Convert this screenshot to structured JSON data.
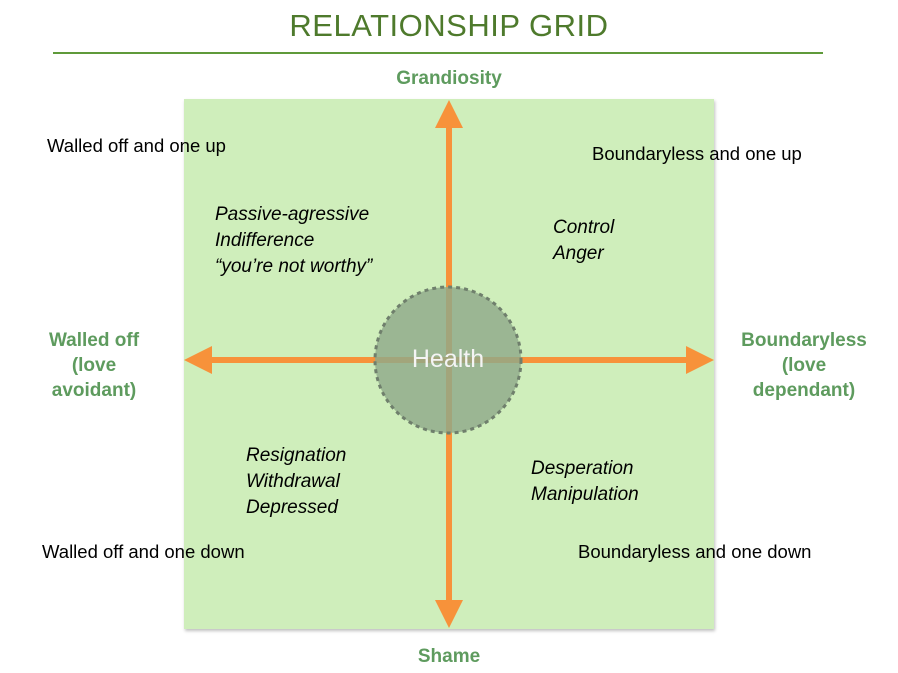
{
  "title": "RELATIONSHIP GRID",
  "axes": {
    "top": "Grandiosity",
    "bottom": "Shame",
    "left": [
      "Walled off",
      "(love",
      "avoidant)"
    ],
    "right": [
      "Boundaryless",
      "(love",
      "dependant)"
    ]
  },
  "corners": {
    "top_left": "Walled off and one up",
    "top_right": "Boundaryless and one up",
    "bottom_left": "Walled off and one down",
    "bottom_right": "Boundaryless and one down"
  },
  "quadrants": {
    "top_left": [
      "Passive-agressive",
      "Indifference",
      "“you’re not worthy”"
    ],
    "top_right": [
      "Control",
      "Anger"
    ],
    "bottom_left": [
      "Resignation",
      "Withdrawal",
      "Depressed"
    ],
    "bottom_right": [
      "Desperation",
      "Manipulation"
    ]
  },
  "center_label": "Health",
  "colors": {
    "title": "#4e7a2c",
    "grid_fill": "#cfeebb",
    "arrow": "#f7923a",
    "axis_label": "#5e9b5e",
    "center_circle": "#8fa98a"
  }
}
